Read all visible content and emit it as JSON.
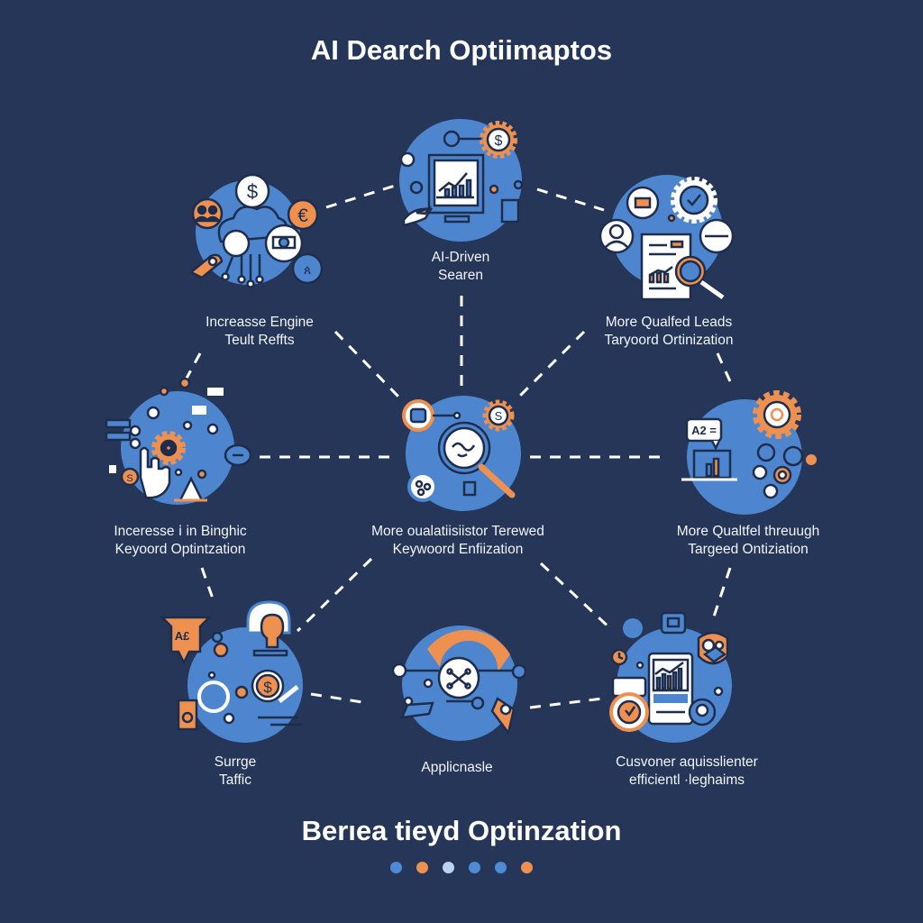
{
  "title": "AI Dearch Optiimaptos",
  "subtitle": "Berıea tieyd Optinzation",
  "colors": {
    "background": "#263658",
    "node_blue": "#4d86cf",
    "node_dark": "#1f2d4d",
    "accent_orange": "#ee9150",
    "white": "#ffffff",
    "line": "#ffffff"
  },
  "nodes": [
    {
      "id": "top-left",
      "label_lines": [
        "Increasse Engine",
        "Teult Reffts"
      ],
      "icon": "cloud-network-currency-icon"
    },
    {
      "id": "top-center",
      "label_lines": [
        "AI-Driven",
        "Searen"
      ],
      "icon": "monitor-chart-gear-icon"
    },
    {
      "id": "top-right",
      "label_lines": [
        "More Qualfed Leads",
        "Taryoord Ortinization"
      ],
      "icon": "document-magnifier-gear-icon"
    },
    {
      "id": "mid-left",
      "label_lines": [
        "Inceresse ⅰ in Binghic",
        "Keyoord Optintzation"
      ],
      "icon": "gear-hand-circuit-icon"
    },
    {
      "id": "center",
      "label_lines": [
        "More oualatiisiistor Terewed",
        "Keywoord Enfiization"
      ],
      "icon": "magnifier-network-icon"
    },
    {
      "id": "mid-right",
      "label_lines": [
        "More Qualtfel threuugh",
        "Targeed Ontiziation"
      ],
      "icon": "chat-chart-gear-icon"
    },
    {
      "id": "bottom-left",
      "label_lines": [
        "Surrge",
        "Taffic"
      ],
      "icon": "lightbulb-dollar-circuit-icon"
    },
    {
      "id": "bottom-center",
      "label_lines": [
        "Applicnasle"
      ],
      "icon": "brain-network-hand-icon"
    },
    {
      "id": "bottom-right",
      "label_lines": [
        "Cusvoner aquisslienter",
        "efficientl ·leghaims"
      ],
      "icon": "phone-chart-clock-icon"
    }
  ],
  "pagination_dots": [
    {
      "color": "#4e8ad6"
    },
    {
      "color": "#ee9150"
    },
    {
      "color": "#b9d3f1"
    },
    {
      "color": "#4e8ad6"
    },
    {
      "color": "#4e8ad6"
    },
    {
      "color": "#ee9150"
    }
  ]
}
